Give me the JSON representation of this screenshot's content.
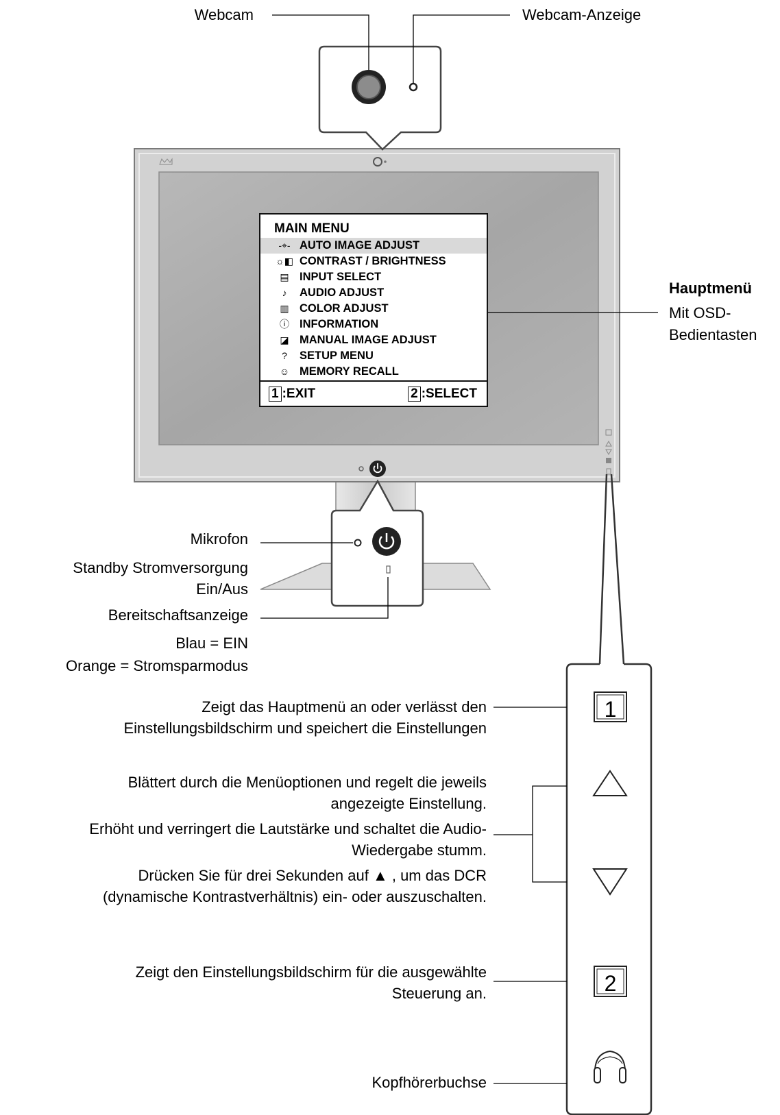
{
  "labels": {
    "webcam": "Webcam",
    "webcam_indicator": "Webcam-Anzeige",
    "main_menu_title": "Hauptmenü",
    "main_menu_desc_1": "Mit OSD-",
    "main_menu_desc_2": "Bedientasten",
    "microphone": "Mikrofon",
    "standby_1": "Standby Stromversorgung",
    "standby_2": "Ein/Aus",
    "ready_indicator": "Bereitschaftsanzeige",
    "blue_on": "Blau = EIN",
    "orange_saving": "Orange = Stromsparmodus"
  },
  "buttons": {
    "button1_desc": [
      "Zeigt das Hauptmenü an oder verlässt den",
      "Einstellungsbildschirm und speichert die Einstellungen"
    ],
    "updown_desc_a": [
      "Blättert durch die Menüoptionen und regelt die jeweils",
      "angezeigte Einstellung."
    ],
    "updown_desc_b": [
      "Erhöht und verringert die Lautstärke und schaltet die Audio-",
      "Wiedergabe stumm."
    ],
    "updown_desc_c": [
      "Drücken Sie für drei Sekunden auf ▲ , um das DCR",
      "(dynamische Kontrastverhältnis) ein- oder auszuschalten."
    ],
    "button2_desc": [
      "Zeigt den Einstellungsbildschirm für die ausgewählte",
      "Steuerung an."
    ],
    "headphone": "Kopfhörerbuchse",
    "key1": "1",
    "key2": "2"
  },
  "osd_menu": {
    "title": "MAIN MENU",
    "items": [
      {
        "label": "AUTO IMAGE ADJUST",
        "icon": "crosshair-icon",
        "glyph": "-⌖-"
      },
      {
        "label": "CONTRAST / BRIGHTNESS",
        "icon": "sun-contrast-icon",
        "glyph": "☼◧"
      },
      {
        "label": "INPUT SELECT",
        "icon": "input-icon",
        "glyph": "▤"
      },
      {
        "label": "AUDIO ADJUST",
        "icon": "audio-icon",
        "glyph": "♪"
      },
      {
        "label": "COLOR ADJUST",
        "icon": "color-bars-icon",
        "glyph": "▥"
      },
      {
        "label": "INFORMATION",
        "icon": "info-icon",
        "glyph": "ⓘ"
      },
      {
        "label": "MANUAL IMAGE ADJUST",
        "icon": "manual-adjust-icon",
        "glyph": "◪"
      },
      {
        "label": "SETUP MENU",
        "icon": "question-icon",
        "glyph": "?"
      },
      {
        "label": "MEMORY RECALL",
        "icon": "memory-recall-icon",
        "glyph": "☺"
      }
    ],
    "exit_key": "1",
    "exit_label": ":EXIT",
    "select_key": "2",
    "select_label": ":SELECT"
  },
  "colors": {
    "bezel": "#cfcfcf",
    "screen": "#a9a9a9",
    "osd_highlight": "#d9d9d9",
    "line": "#000000"
  }
}
